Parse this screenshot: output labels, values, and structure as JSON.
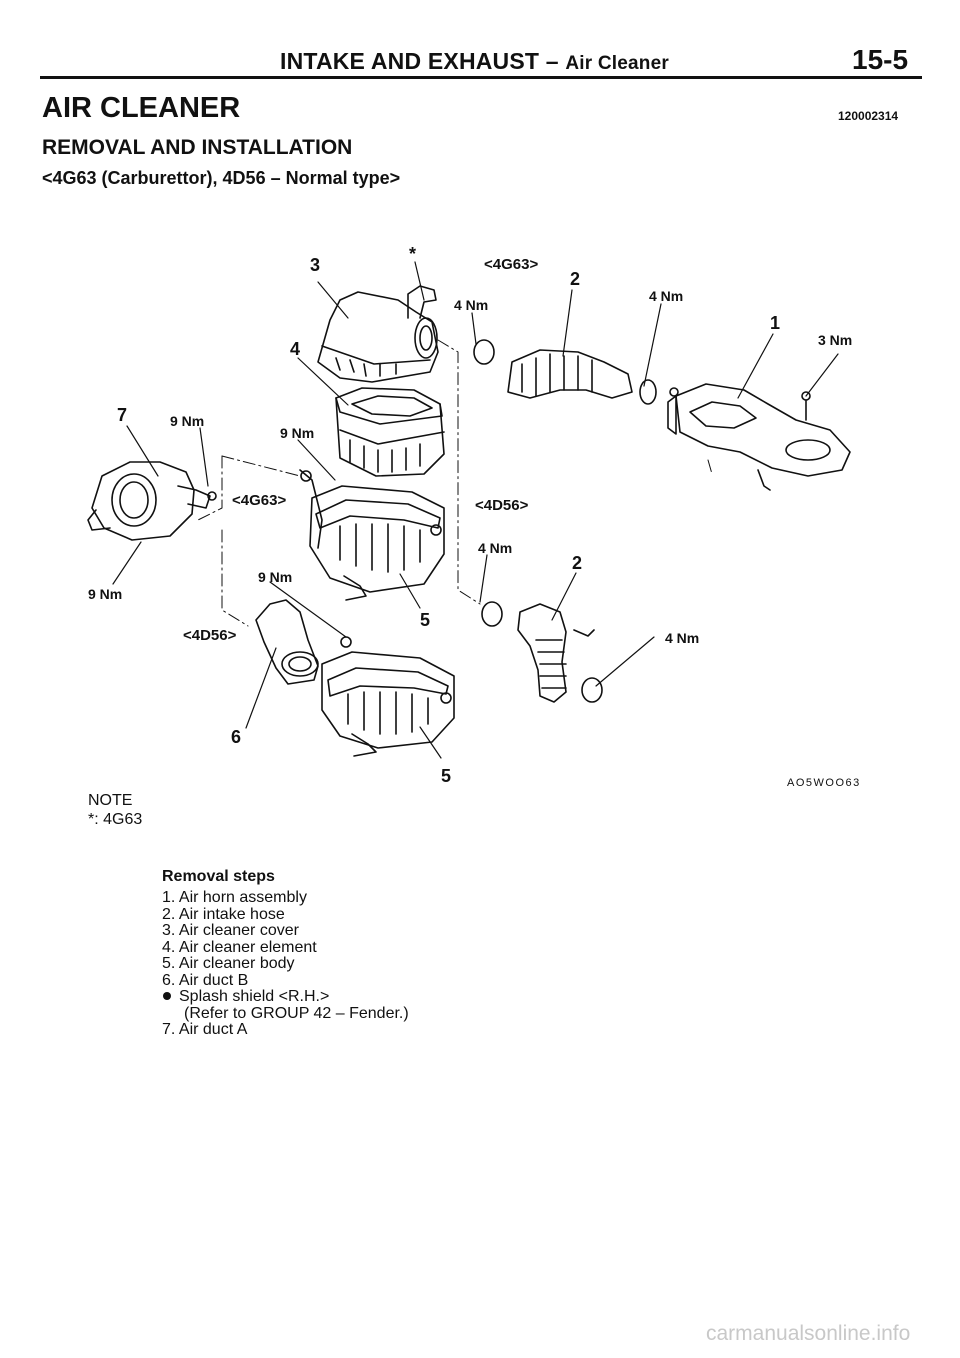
{
  "header": {
    "title": "INTAKE AND EXHAUST",
    "dash": "–",
    "subtitle": "Air Cleaner",
    "page_number": "15-5"
  },
  "section_title": "AIR CLEANER",
  "document_code": "120002314",
  "subsection_title": "REMOVAL AND INSTALLATION",
  "variant_label": "<4G63 (Carburettor), 4D56 – Normal type>",
  "diagram": {
    "labels": {
      "n1": "1",
      "n2a": "2",
      "n2b": "2",
      "n3": "3",
      "n4": "4",
      "n5a": "5",
      "n5b": "5",
      "n6": "6",
      "n7": "7",
      "star": "*",
      "eng_4g63_top": "<4G63>",
      "eng_4g63_mid": "<4G63>",
      "eng_4d56_mid": "<4D56>",
      "eng_4d56_low": "<4D56>",
      "t_4nm_a": "4 Nm",
      "t_4nm_b": "4 Nm",
      "t_3nm": "3 Nm",
      "t_9nm_a": "9 Nm",
      "t_9nm_b": "9 Nm",
      "t_4nm_c": "4 Nm",
      "t_9nm_c": "9 Nm",
      "t_9nm_d": "9 Nm",
      "t_4nm_d": "4 Nm"
    },
    "figure_code": "AO5WOO63"
  },
  "note": {
    "heading": "NOTE",
    "line": "*: 4G63"
  },
  "removal_steps": {
    "title": "Removal steps",
    "items": [
      "1. Air horn assembly",
      "2. Air intake hose",
      "3. Air cleaner cover",
      "4. Air cleaner element",
      "5. Air cleaner body",
      "6. Air duct B",
      "Splash shield <R.H.>",
      "(Refer to GROUP 42 – Fender.)",
      "7. Air duct A"
    ]
  },
  "watermark": "carmanualsonline.info"
}
